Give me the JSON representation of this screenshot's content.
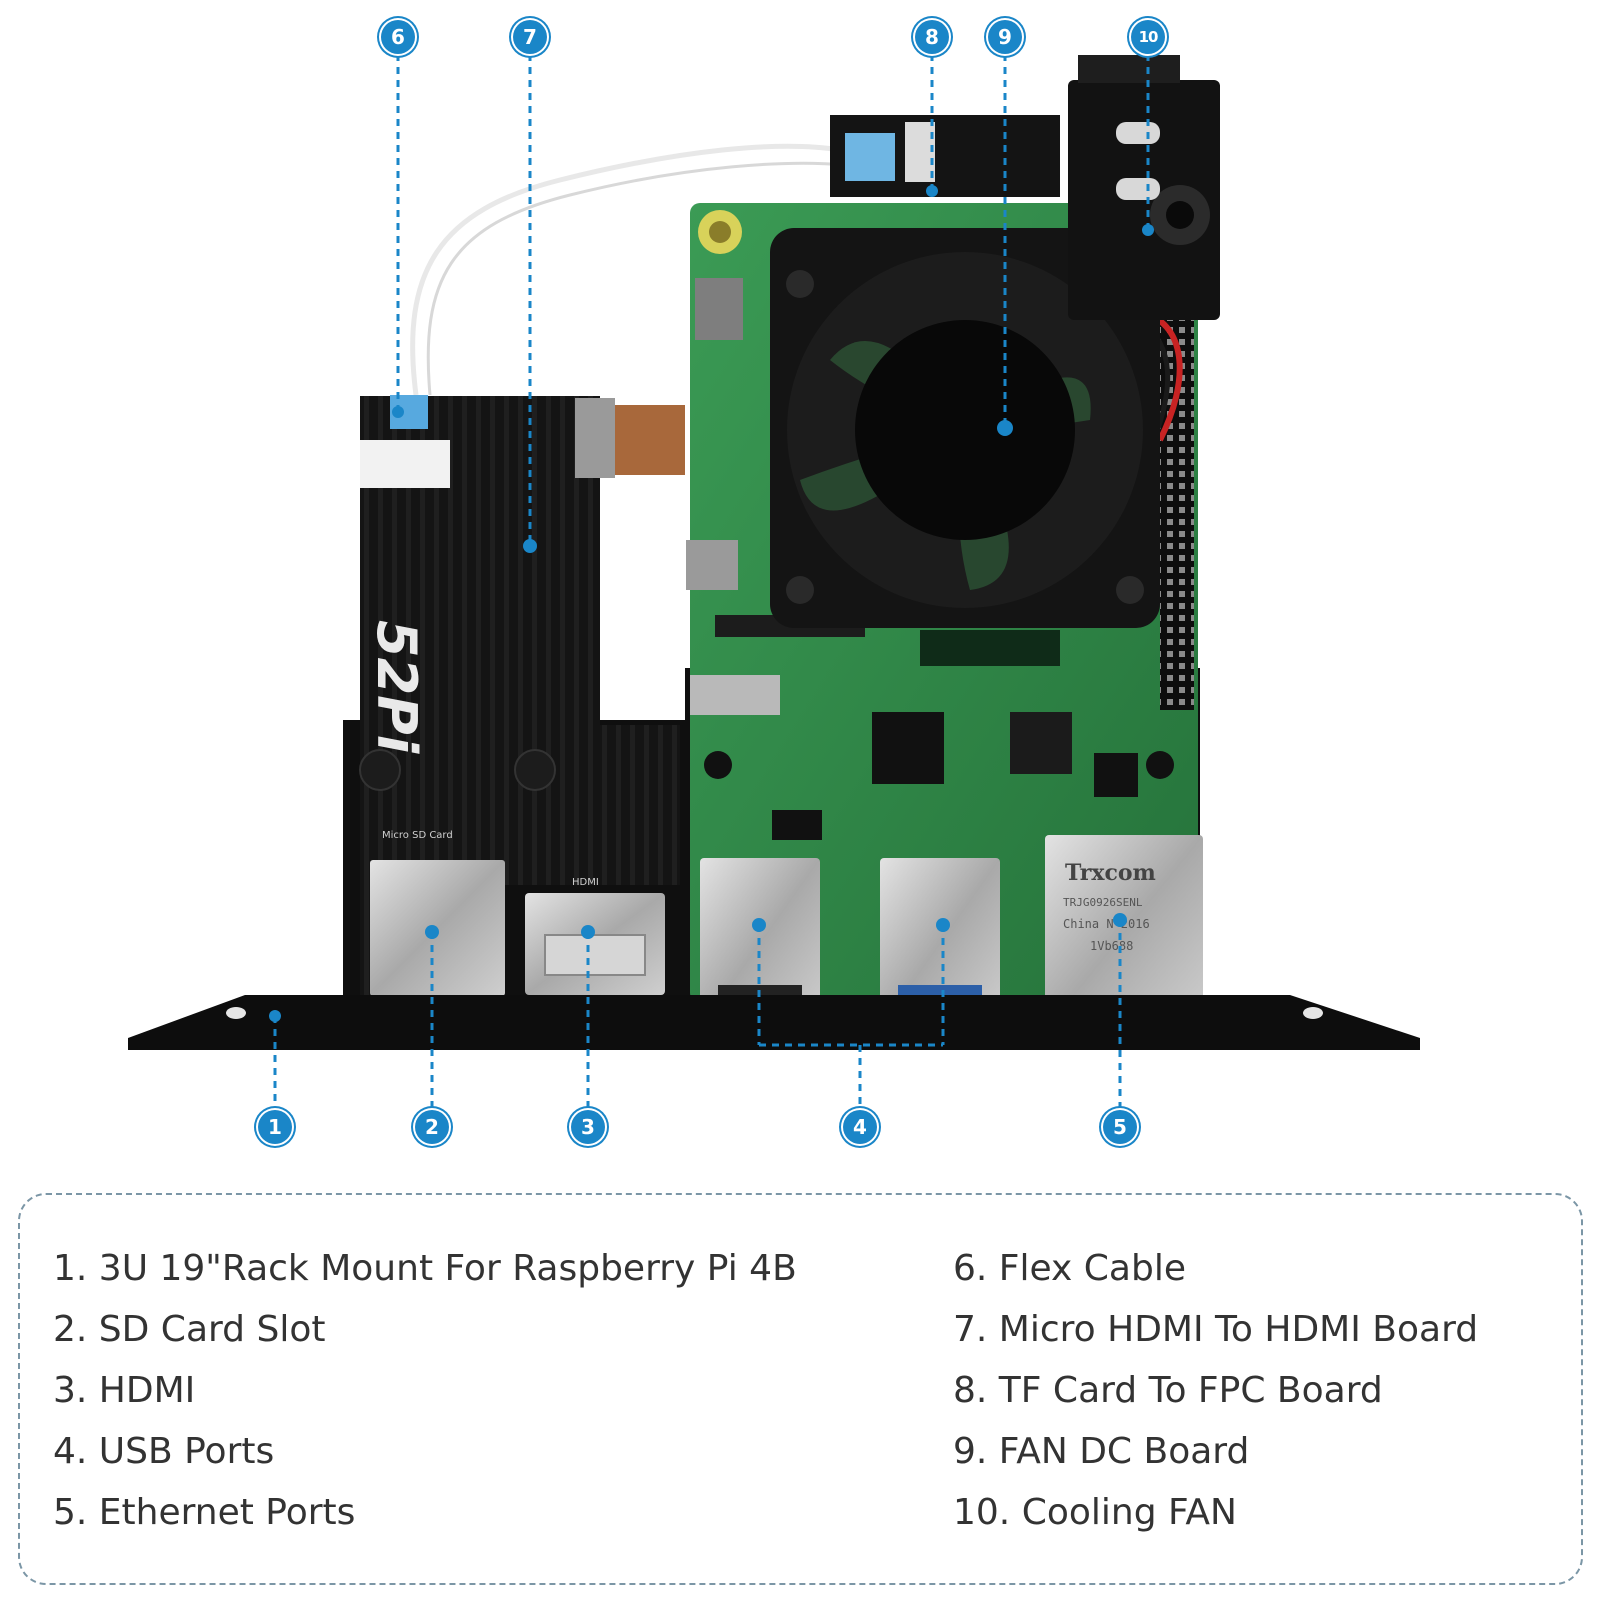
{
  "diagram": {
    "callouts": [
      {
        "n": "1"
      },
      {
        "n": "2"
      },
      {
        "n": "3"
      },
      {
        "n": "4"
      },
      {
        "n": "5"
      },
      {
        "n": "6"
      },
      {
        "n": "7"
      },
      {
        "n": "8"
      },
      {
        "n": "9"
      },
      {
        "n": "10"
      }
    ],
    "board_marks": {
      "brand": "52Pi",
      "micro_sd_silk": "Micro SD Card",
      "hdmi_silk": "HDMI",
      "ethernet_line1": "Trxcom",
      "ethernet_line2": "TRJG0926SENL",
      "ethernet_line3": "China  N 2016",
      "ethernet_line4": "1Vb688"
    }
  },
  "legend": {
    "items": [
      "1. 3U 19\"Rack Mount For Raspberry Pi 4B",
      "2. SD Card Slot",
      "3. HDMI",
      "4. USB Ports",
      "5. Ethernet Ports",
      "6. Flex Cable",
      "7. Micro HDMI To HDMI Board",
      "8. TF Card To FPC Board",
      "9. FAN DC Board",
      "10. Cooling FAN"
    ]
  },
  "colors": {
    "callout": "#1a86c8",
    "pcb_green": "#2f8a47",
    "bracket_black": "#111111",
    "legend_border": "#7b96a6"
  }
}
